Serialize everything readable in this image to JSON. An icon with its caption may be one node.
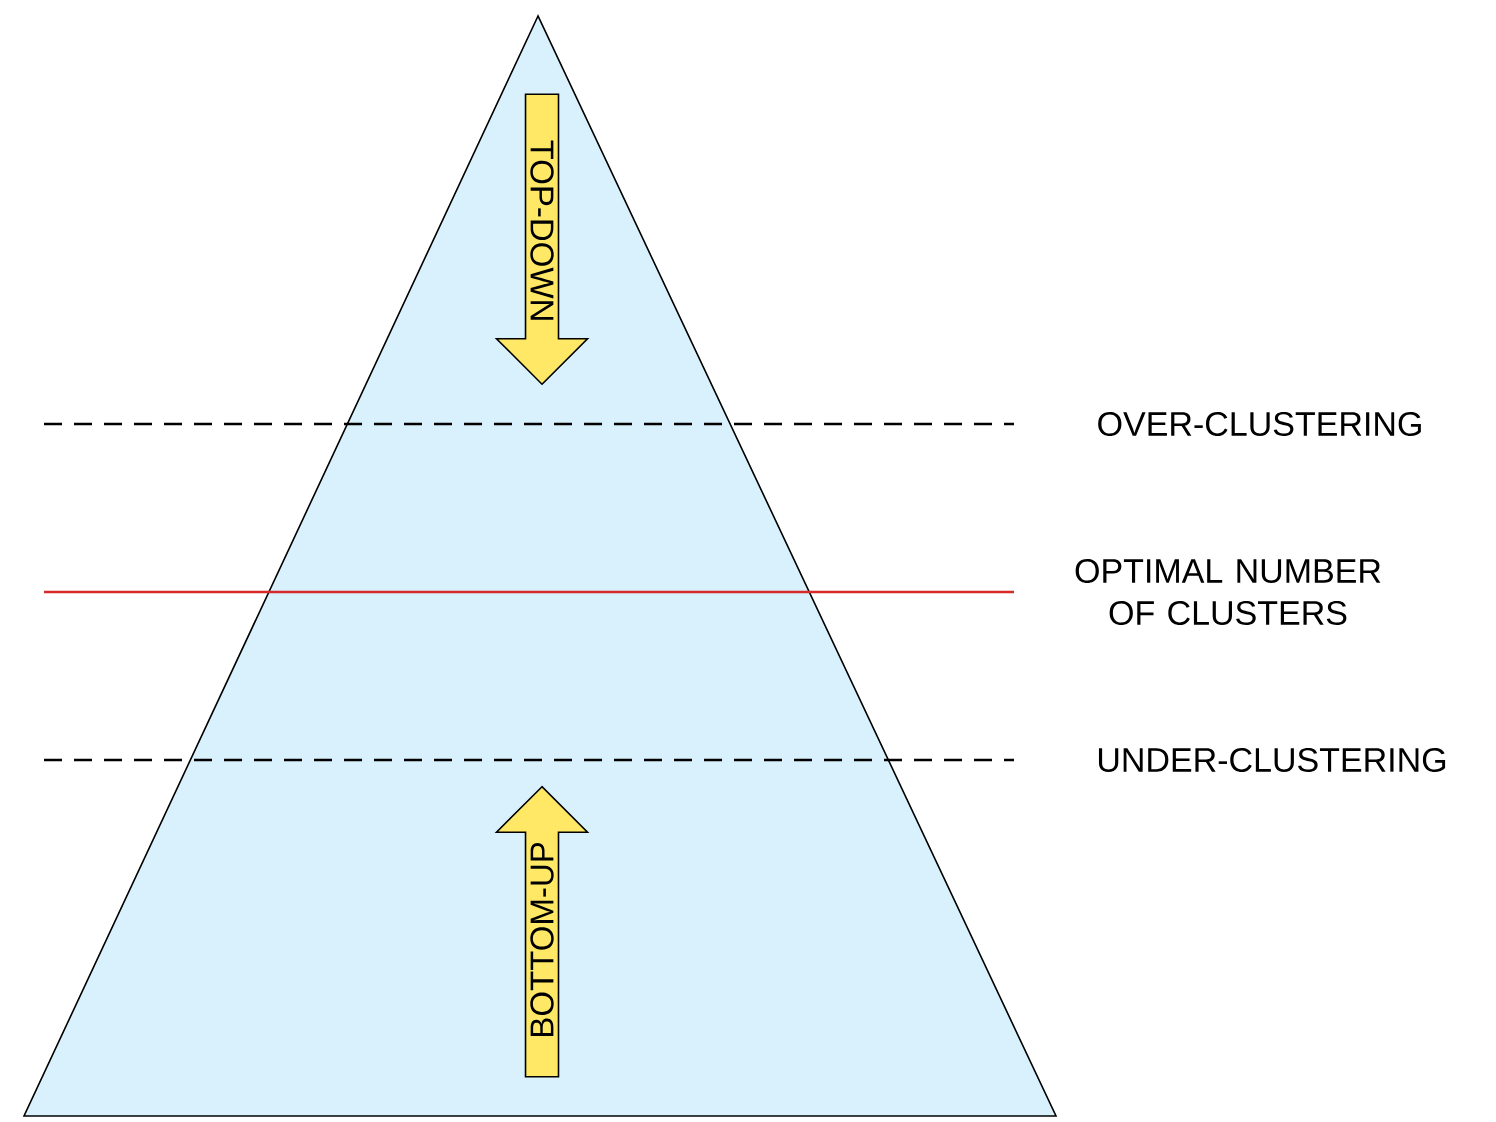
{
  "diagram": {
    "nodes": [
      {
        "text": [
          "TOP-DOWN"
        ]
      },
      {
        "text": [
          "BOTTOM-UP"
        ]
      }
    ],
    "labels": [
      "OVER-CLUSTERING",
      "OPTIMAL NUMBER OF CLUSTERS",
      "UNDER-CLUSTERING"
    ]
  }
}
